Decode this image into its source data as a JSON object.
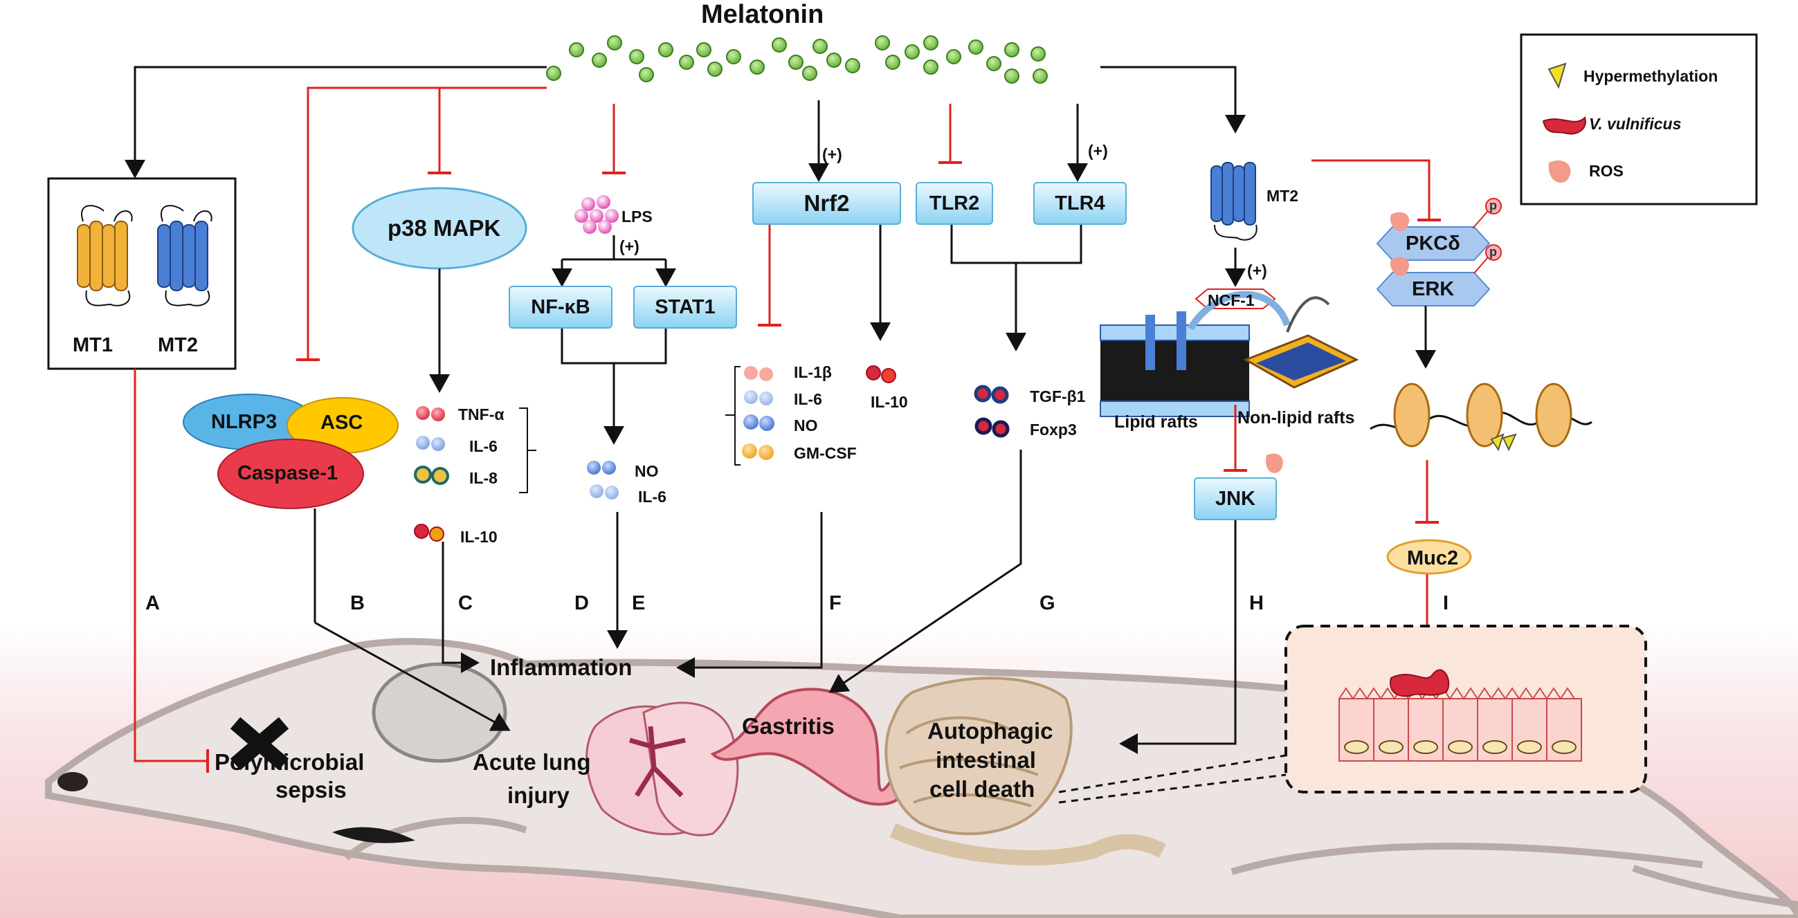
{
  "title": "Melatonin",
  "legend": {
    "hypermethylation": "Hypermethylation",
    "vvulnificus": "V. vulnificus",
    "ros": "ROS"
  },
  "receptors": {
    "mt1": "MT1",
    "mt2": "MT2",
    "mt2_right": "MT2"
  },
  "nodes": {
    "p38": "p38 MAPK",
    "lps": "LPS",
    "nfkb": "NF-κB",
    "stat1": "STAT1",
    "nrf2": "Nrf2",
    "tlr2": "TLR2",
    "tlr4": "TLR4",
    "nlrp3": "NLRP3",
    "asc": "ASC",
    "caspase1": "Caspase-1",
    "ncf1": "NCF-1",
    "pkcd": "PKCδ",
    "erk": "ERK",
    "jnk": "JNK",
    "muc2": "Muc2",
    "lipid_rafts": "Lipid rafts",
    "nonlipid_rafts": "Non-lipid rafts",
    "p1": "p",
    "p2": "p"
  },
  "plus": [
    "(+)",
    "(+)",
    "(+)",
    "(+)"
  ],
  "cytokines": {
    "c": [
      "TNF-α",
      "IL-6",
      "IL-8",
      "IL-10"
    ],
    "d": [
      "NO",
      "IL-6"
    ],
    "f": [
      "IL-1β",
      "IL-6",
      "NO",
      "GM-CSF",
      "IL-10"
    ],
    "g": [
      "TGF-β1",
      "Foxp3"
    ]
  },
  "pathway_letters": [
    "A",
    "B",
    "C",
    "D",
    "E",
    "F",
    "G",
    "H",
    "I"
  ],
  "outcomes": {
    "inflammation": "Inflammation",
    "sepsis_1": "Polymicrobial",
    "sepsis_2": "sepsis",
    "ali_1": "Acute lung",
    "ali_2": "injury",
    "gastritis": "Gastritis",
    "auto_1": "Autophagic",
    "auto_2": "intestinal",
    "auto_3": "cell death"
  },
  "colors": {
    "activation_arrow": "#111111",
    "inhibition_arrow": "#e02020",
    "melatonin_dot": "#8fd05f",
    "mt1": "#f2b23a",
    "mt2": "#4a7fd6",
    "node_box": "#9fd8f2",
    "caspase": "#e83a4a",
    "asc": "#ffc800",
    "nlrp3": "#59b4e8"
  }
}
